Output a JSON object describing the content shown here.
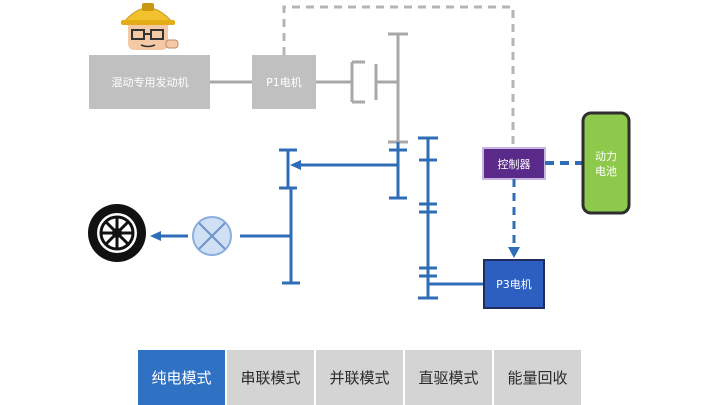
{
  "diagram": {
    "engine_label": "混动专用发动机",
    "p1_label": "P1电机",
    "controller_label": "控制器",
    "battery_label_line1": "动力",
    "battery_label_line2": "电池",
    "p3_label": "P3电机"
  },
  "colors": {
    "shaft_blue": "#2f6db6",
    "gray_box": "#c0c0c0",
    "controller_purple": "#5a2a8a",
    "battery_green": "#8dc94a",
    "p3_blue": "#2d5fc0",
    "dashed_gray": "#b5b5b5",
    "dashed_blue": "#2f6db6"
  },
  "tabs": [
    {
      "label": "纯电模式",
      "active": true
    },
    {
      "label": "串联模式",
      "active": false
    },
    {
      "label": "并联模式",
      "active": false
    },
    {
      "label": "直驱模式",
      "active": false
    },
    {
      "label": "能量回收",
      "active": false
    }
  ],
  "icons": {
    "mascot": "worker-mascot-icon",
    "wheel": "wheel-icon",
    "differential": "differential-icon"
  }
}
